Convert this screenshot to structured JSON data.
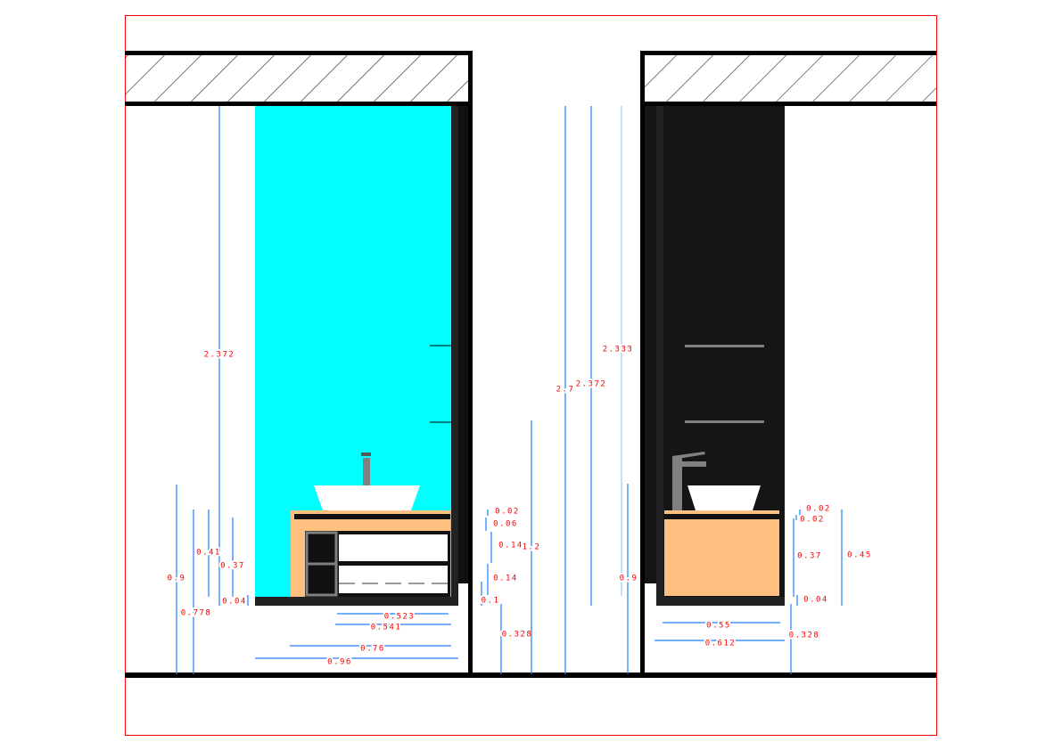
{
  "colors": {
    "frame": "#ff0000",
    "dimension_line": "#1e7fff",
    "dimension_text": "#ff0000",
    "wall_tile_left": "#00ffff",
    "wall_tile_right": "#151515",
    "vanity": "#ffc080",
    "wall": "#000000"
  },
  "left_elevation": {
    "vertical_dims": [
      "2.372",
      "0.9",
      "0.778",
      "0.41",
      "0.37",
      "0.04"
    ],
    "horizontal_dims": [
      "0.523",
      "0.541",
      "0.76",
      "0.96"
    ]
  },
  "middle_dims": [
    "0.02",
    "0.06",
    "0.14",
    "0.14",
    "0.1",
    "0.328",
    "1.2",
    "2.7",
    "2.372",
    "2.333",
    "0.9"
  ],
  "right_elevation": {
    "vertical_dims": [
      "0.02",
      "0.02",
      "0.37",
      "0.04",
      "0.45",
      "0.328"
    ],
    "horizontal_dims": [
      "0.55",
      "0.612"
    ]
  }
}
